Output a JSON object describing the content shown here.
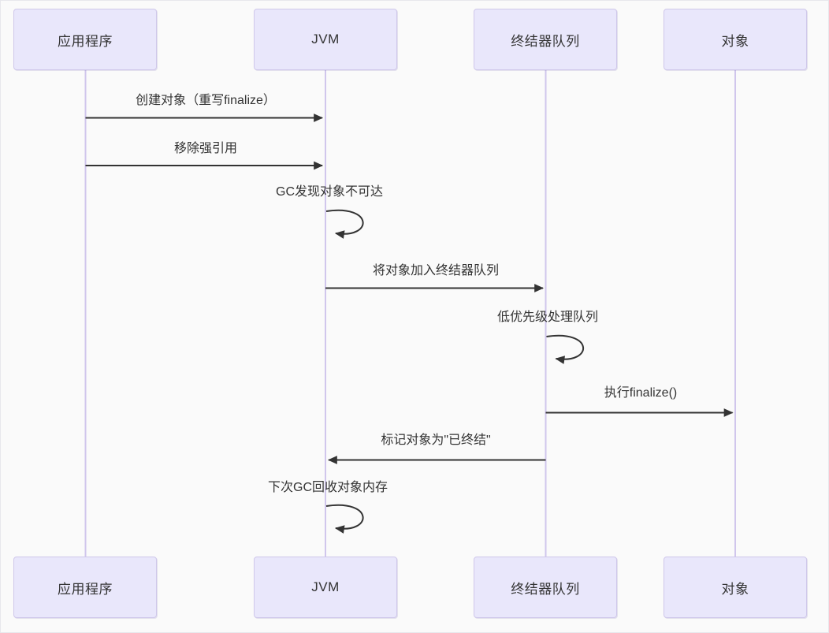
{
  "diagram": {
    "kind": "sequence-diagram",
    "topic": "Java object finalization lifecycle",
    "actors": [
      {
        "id": "app",
        "label": "应用程序"
      },
      {
        "id": "jvm",
        "label": "JVM"
      },
      {
        "id": "queue",
        "label": "终结器队列"
      },
      {
        "id": "object",
        "label": "对象"
      }
    ],
    "messages": [
      {
        "from": "应用程序",
        "to": "JVM",
        "type": "solid-arrow",
        "label": "创建对象（重写finalize）"
      },
      {
        "from": "应用程序",
        "to": "JVM",
        "type": "solid-arrow",
        "label": "移除强引用"
      },
      {
        "from": "JVM",
        "to": "JVM",
        "type": "self-loop",
        "label": "GC发现对象不可达"
      },
      {
        "from": "JVM",
        "to": "终结器队列",
        "type": "solid-arrow",
        "label": "将对象加入终结器队列"
      },
      {
        "from": "终结器队列",
        "to": "终结器队列",
        "type": "self-loop",
        "label": "低优先级处理队列"
      },
      {
        "from": "终结器队列",
        "to": "对象",
        "type": "solid-arrow",
        "label": "执行finalize()"
      },
      {
        "from": "终结器队列",
        "to": "JVM",
        "type": "solid-arrow",
        "label": "标记对象为\"已终结\""
      },
      {
        "from": "JVM",
        "to": "JVM",
        "type": "self-loop",
        "label": "下次GC回收对象内存"
      }
    ],
    "colors": {
      "background": "#fafafa",
      "actor_fill": "#e9e7fb",
      "actor_border": "#cfc7ea",
      "lifeline": "#d0c6ec",
      "message_line": "#333333",
      "text": "#333333"
    }
  }
}
